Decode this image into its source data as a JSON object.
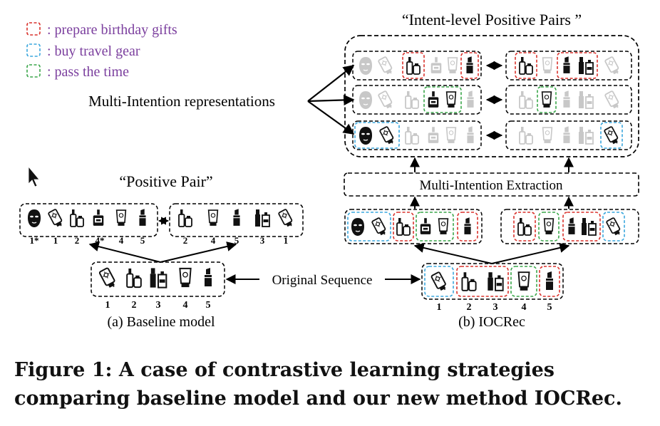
{
  "legend": [
    {
      "label": ": prepare birthday gifts",
      "color": "#d9312b",
      "text_color": "#7b3f9e"
    },
    {
      "label": ": buy travel gear",
      "color": "#3aa7dd",
      "text_color": "#7b3f9e"
    },
    {
      "label": ": pass the time",
      "color": "#3aa64a",
      "text_color": "#7b3f9e"
    }
  ],
  "labels": {
    "intent_title": "“Intent-level Positive Pairs ”",
    "multi_rep": "Multi-Intention representations",
    "positive_pair": "“Positive Pair”",
    "extraction": "Multi-Intention Extraction",
    "original": "Original Sequence",
    "baseline": "(a) Baseline model",
    "iocrec": "(b) IOCRec"
  },
  "indices": {
    "baseline_left": [
      "1*",
      "1",
      "2",
      "4*",
      "4",
      "5"
    ],
    "baseline_right": [
      "2",
      "4",
      "5",
      "3",
      "1"
    ],
    "baseline_orig": [
      "1",
      "2",
      "3",
      "4",
      "5"
    ],
    "ioc_orig": [
      "1",
      "2",
      "3",
      "4",
      "5"
    ]
  },
  "icons": {
    "mask": "face-mask-icon",
    "sunscreen": "sunscreen-tube-icon",
    "bottles": "cosmetic-bottles-icon",
    "nail": "nail-polish-icon",
    "cream": "cream-tube-icon",
    "lipstick": "lipstick-icon",
    "perfume": "perfume-bottle-icon"
  },
  "caption": "Figure 1: A case of contrastive learning strategies comparing baseline model and our new method IOCRec."
}
